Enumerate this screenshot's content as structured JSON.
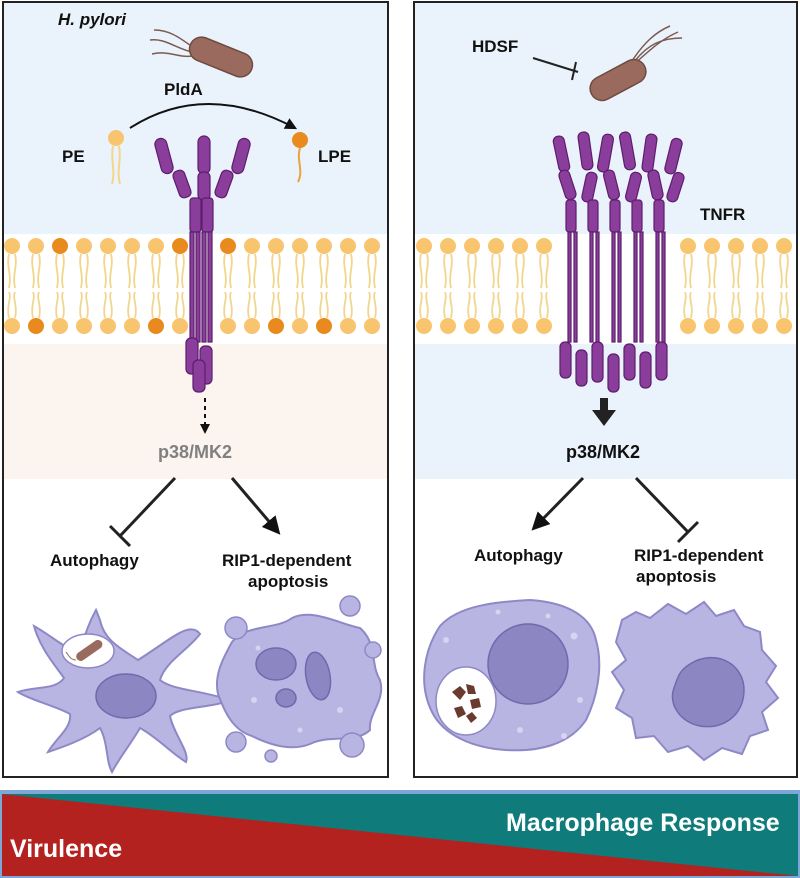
{
  "left_panel": {
    "bacterium_label": "H. pylori",
    "enzyme_label": "PldA",
    "substrate_label": "PE",
    "product_label": "LPE",
    "pathway_label": "p38/MK2",
    "outcome_left": "Autophagy",
    "outcome_right_line1": "RIP1-dependent",
    "outcome_right_line2": "apoptosis"
  },
  "right_panel": {
    "inhibitor_label": "HDSF",
    "receptor_label": "TNFR",
    "pathway_label": "p38/MK2",
    "outcome_left": "Autophagy",
    "outcome_right_line1": "RIP1-dependent",
    "outcome_right_line2": "apoptosis"
  },
  "banner": {
    "left_label": "Virulence",
    "right_label": "Macrophage Response"
  },
  "colors": {
    "extracellular": "#eaf3fb",
    "cytoplasm_left": "#fcf4ee",
    "lipid_head": "#f8c46e",
    "lipid_head_dark": "#e88a1d",
    "receptor": "#8a3d9b",
    "receptor_stroke": "#5c1e6b",
    "cell_fill": "#b9b5e2",
    "cell_stroke": "#8e88c6",
    "nucleus": "#8c87c3",
    "bacterium": "#9a6a5e",
    "banner_red": "#b3221f",
    "banner_teal": "#0f7c7b",
    "banner_border": "#7da7d6",
    "pathway_gray": "#808080"
  }
}
